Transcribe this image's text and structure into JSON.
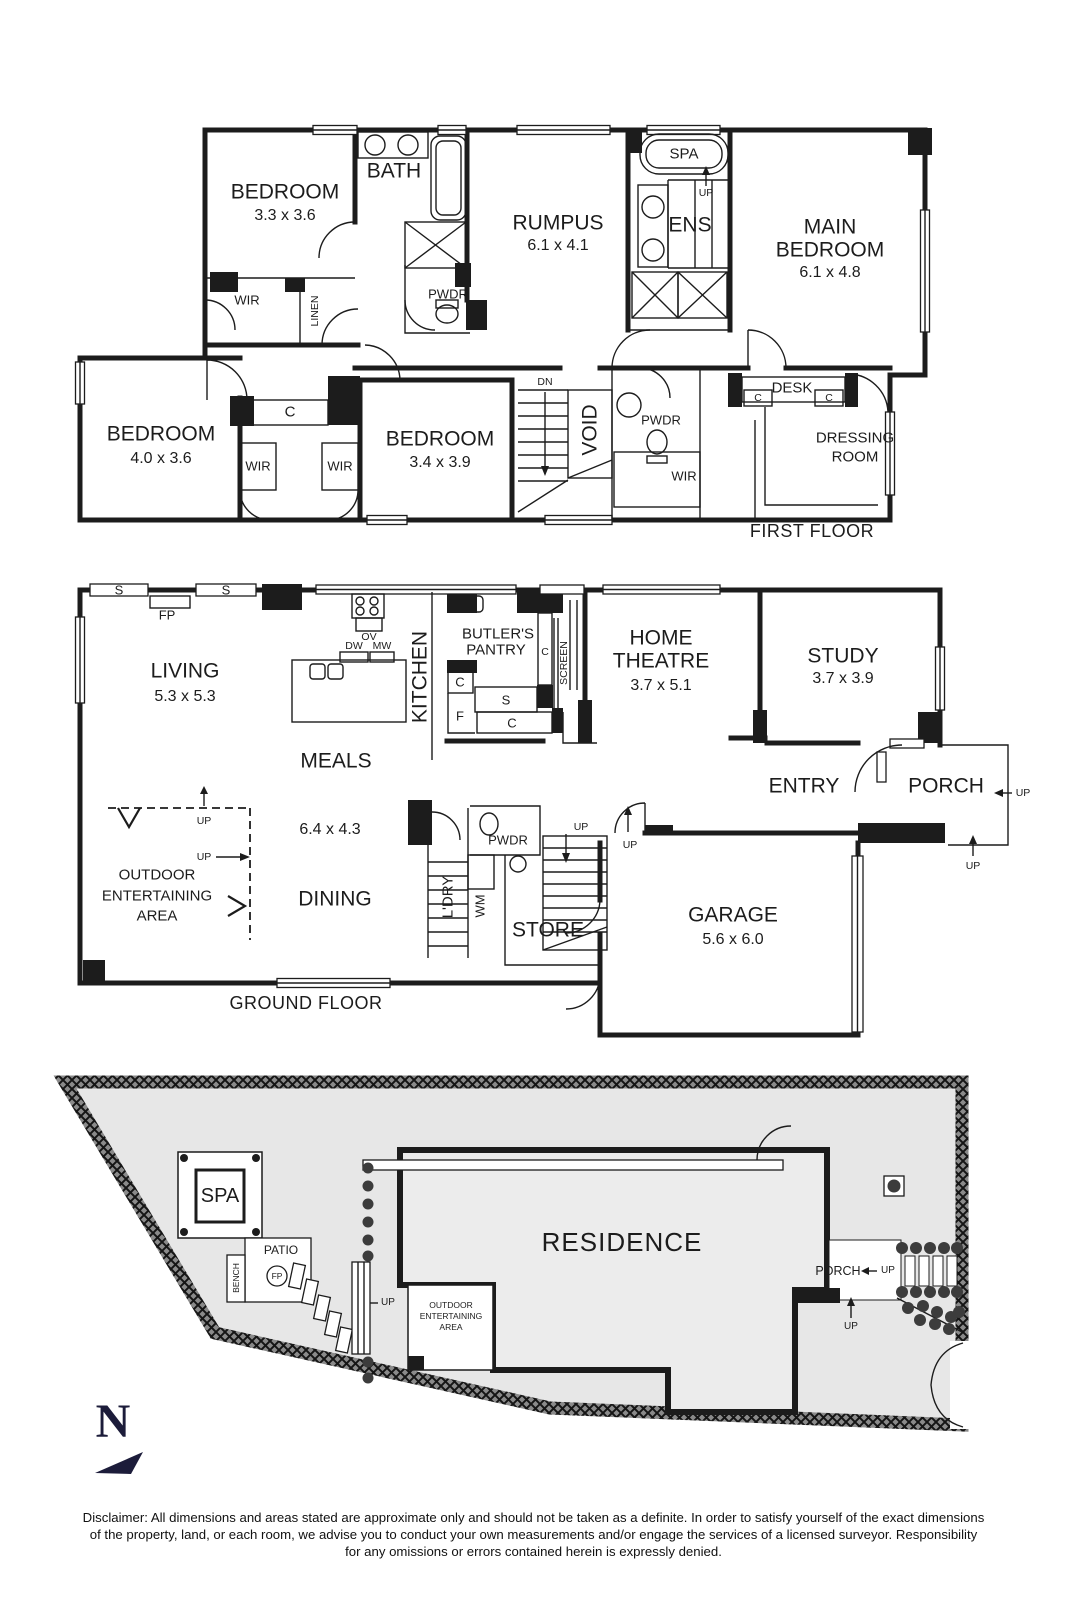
{
  "ff": {
    "floor_label": "FIRST FLOOR",
    "bedroom1": {
      "name": "BEDROOM",
      "dim": "3.3 x 3.6"
    },
    "bath": "BATH",
    "rumpus": {
      "name": "RUMPUS",
      "dim": "6.1 x 4.1"
    },
    "spa": "SPA",
    "ens_up": "UP",
    "ens": "ENS",
    "main_bedroom": {
      "line1": "MAIN",
      "line2": "BEDROOM",
      "dim": "6.1 x 4.8"
    },
    "wir_a": "WIR",
    "linen": "LINEN",
    "pwdr_a": "PWDR",
    "bedroom2": {
      "name": "BEDROOM",
      "dim": "4.0 x 3.6"
    },
    "closet_c": "C",
    "wir_b": "WIR",
    "wir_c": "WIR",
    "bedroom3": {
      "name": "BEDROOM",
      "dim": "3.4 x 3.9"
    },
    "dn": "DN",
    "void": "VOID",
    "pwdr_b": "PWDR",
    "wir_d": "WIR",
    "desk": "DESK",
    "desk_c1": "C",
    "desk_c2": "C",
    "dressing": {
      "line1": "DRESSING",
      "line2": "ROOM"
    }
  },
  "gf": {
    "floor_label": "GROUND FLOOR",
    "s1": "S",
    "s2": "S",
    "fp": "FP",
    "living": {
      "name": "LIVING",
      "dim": "5.3 x 5.3"
    },
    "ov": "OV",
    "dw": "DW",
    "mw": "MW",
    "kitchen": "KITCHEN",
    "butlers": {
      "line1": "BUTLER'S",
      "line2": "PANTRY"
    },
    "pantry_c1": "C",
    "pantry_s": "S",
    "pantry_f": "F",
    "pantry_c2": "C",
    "pantry_c3": "C",
    "screen": "SCREEN",
    "meals": "MEALS",
    "home_theatre": {
      "line1": "HOME",
      "line2": "THEATRE",
      "dim": "3.7 x 5.1"
    },
    "study": {
      "name": "STUDY",
      "dim": "3.7 x 3.9"
    },
    "entry": "ENTRY",
    "porch": "PORCH",
    "porch_up1": "UP",
    "porch_up2": "UP",
    "outdoor": {
      "line1": "OUTDOOR",
      "line2": "ENTERTAINING",
      "line3": "AREA"
    },
    "outdoor_up1": "UP",
    "outdoor_up2": "UP",
    "dining": {
      "dim": "6.4 x 4.3",
      "name": "DINING"
    },
    "ldry": "L'DRY",
    "pwdr": "PWDR",
    "wm": "WM",
    "store": "STORE",
    "stairs_up1": "UP",
    "stairs_up2": "UP",
    "garage": {
      "name": "GARAGE",
      "dim": "5.6 x 6.0"
    }
  },
  "site": {
    "spa": "SPA",
    "patio": "PATIO",
    "fp": "FP",
    "bench": "BENCH",
    "walk_up": "UP",
    "residence": "RESIDENCE",
    "outdoor": {
      "line1": "OUTDOOR",
      "line2": "ENTERTAINING",
      "line3": "AREA"
    },
    "porch": "PORCH",
    "porch_up1": "UP",
    "porch_up2": "UP",
    "north": "N"
  },
  "disclaimer": {
    "line1": "Disclaimer: All dimensions and areas stated are approximate only and should not be taken as a definite. In order to satisfy yourself of the exact dimensions",
    "line2": "of the property, land, or each room, we advise you to conduct your own measurements and/or engage the services of a licensed surveyor. Responsibility",
    "line3": "for any omissions or errors contained herein is expressly denied."
  },
  "colors": {
    "ink": "#1c1c1c",
    "land": "#e7e7e7",
    "residence": "#ececec",
    "north_navy": "#1c1c3a"
  }
}
